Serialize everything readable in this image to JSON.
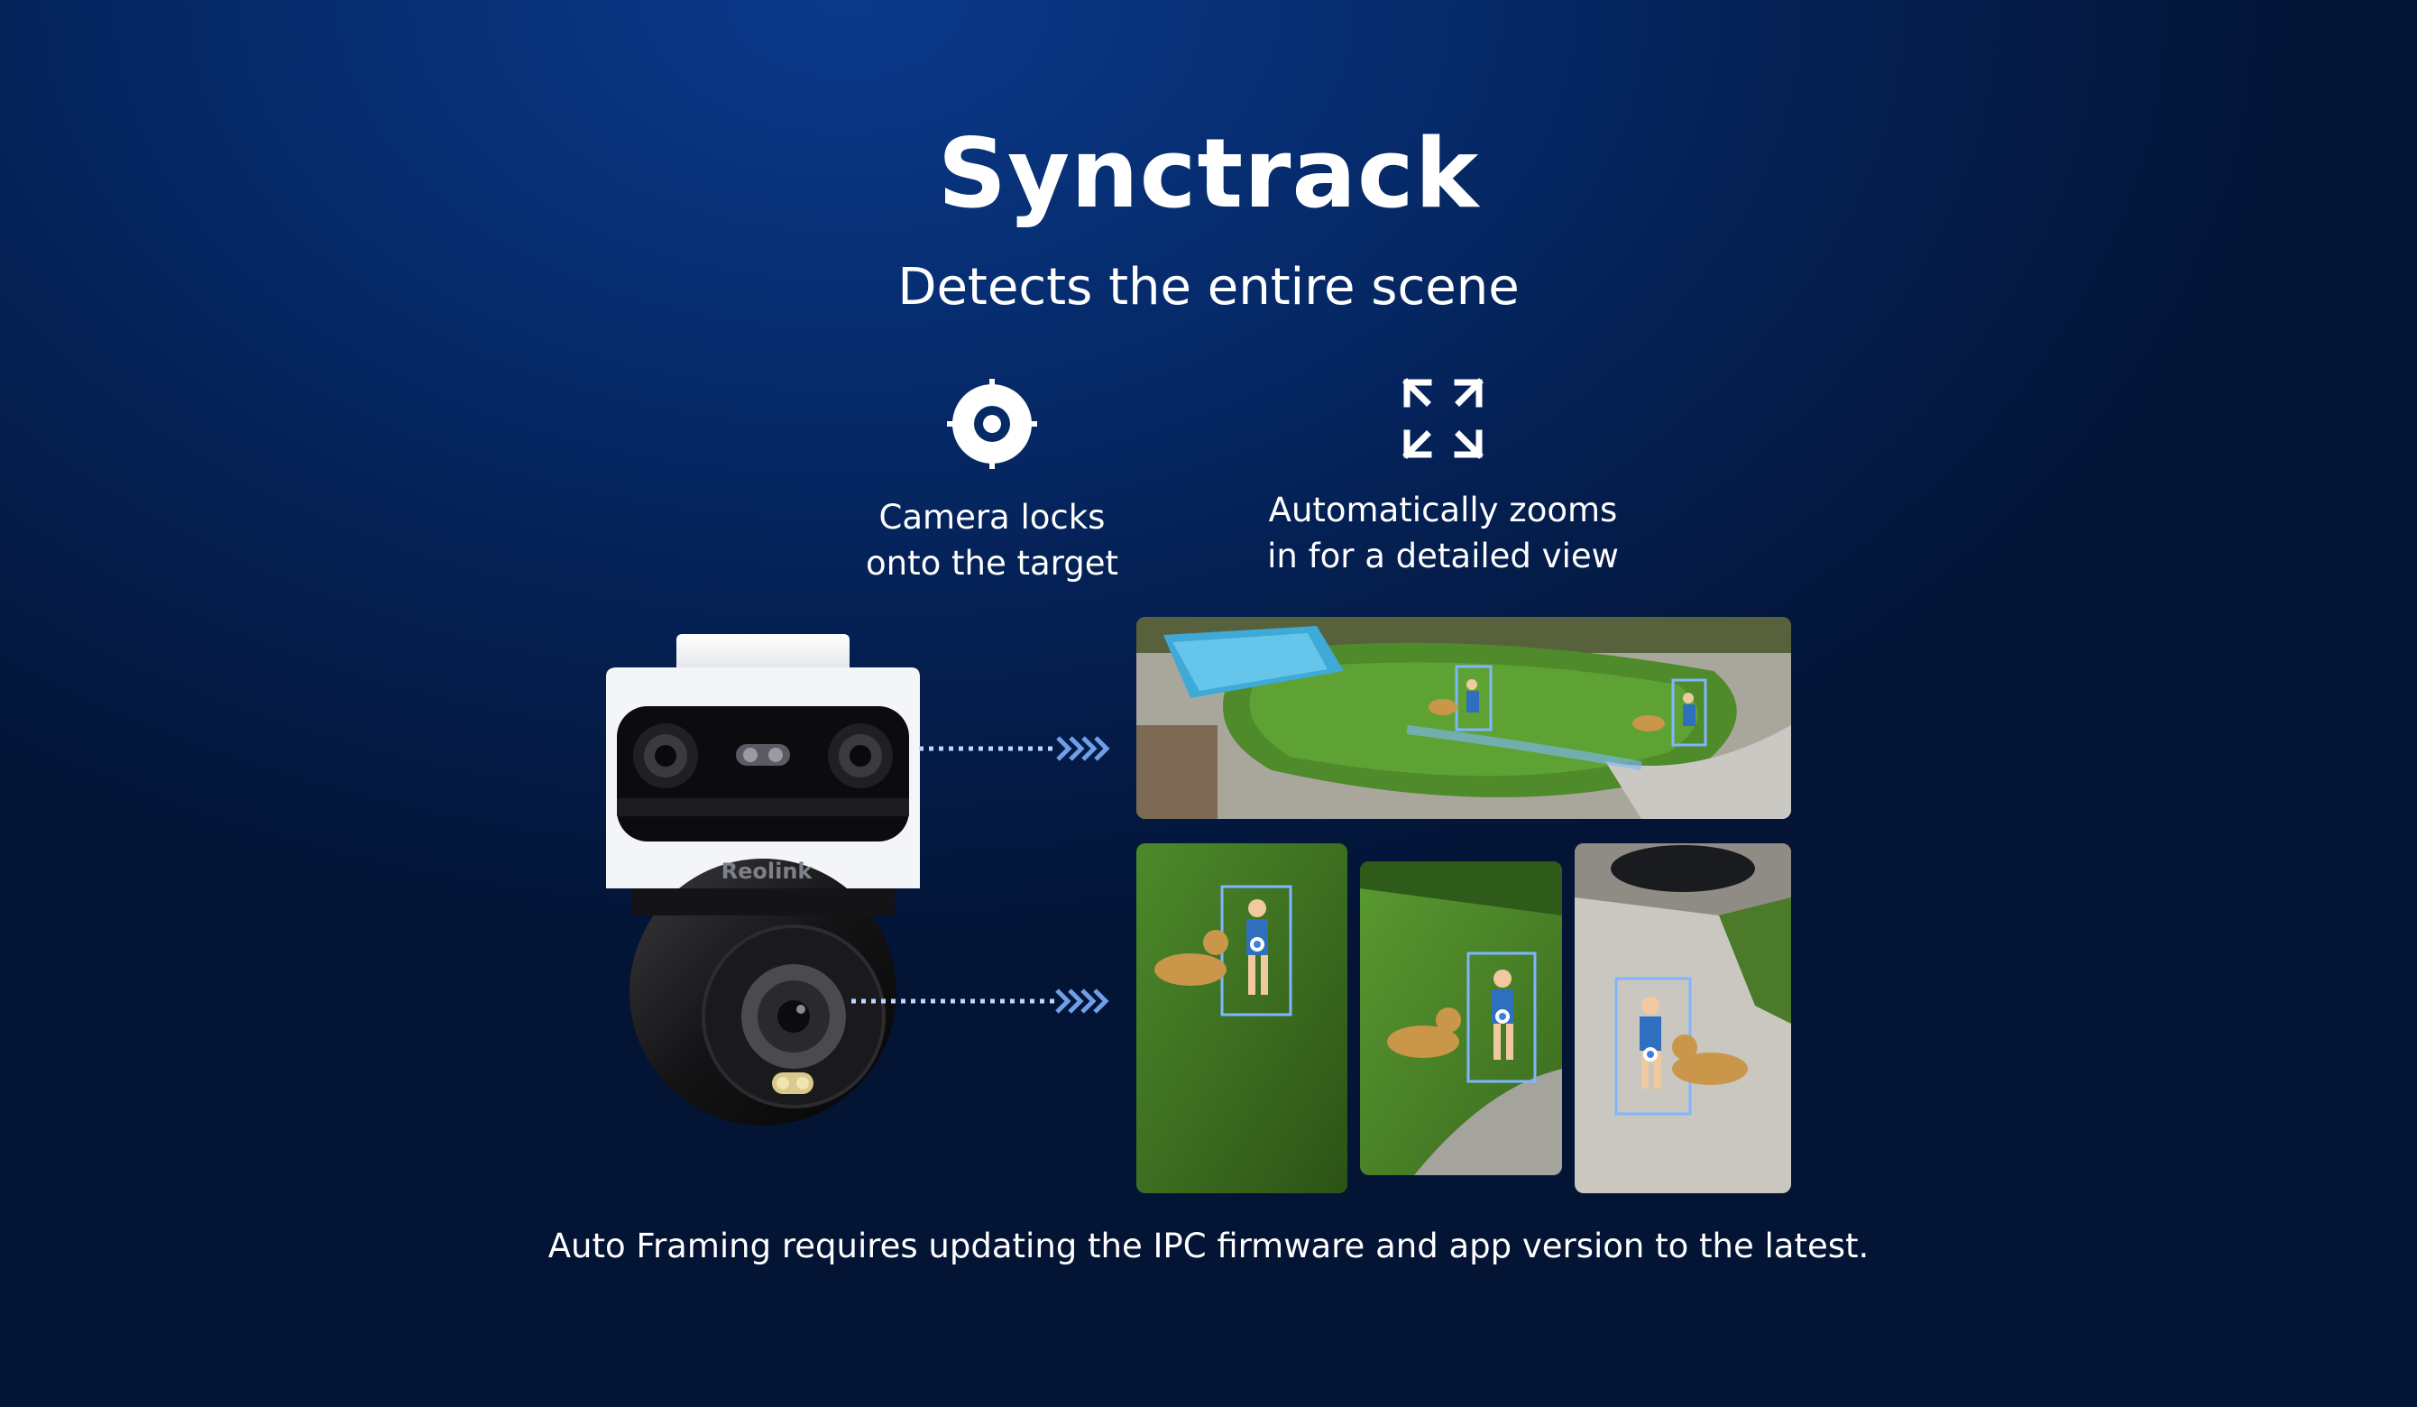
{
  "header": {
    "title": "Synctrack",
    "subtitle": "Detects the entire scene"
  },
  "features": [
    {
      "icon": "target-lock-icon",
      "line1": "Camera locks",
      "line2": "onto the target"
    },
    {
      "icon": "expand-zoom-icon",
      "line1": "Automatically zooms",
      "line2": "in for a detailed view"
    }
  ],
  "camera": {
    "brand_label": "Reolink"
  },
  "footnote": "Auto Framing requires updating the IPC firmware and app version to the latest.",
  "colors": {
    "background_top": "#0b3a8c",
    "background_bottom": "#031434",
    "text": "#ffffff",
    "tracking_box": "#7fb6ff"
  }
}
